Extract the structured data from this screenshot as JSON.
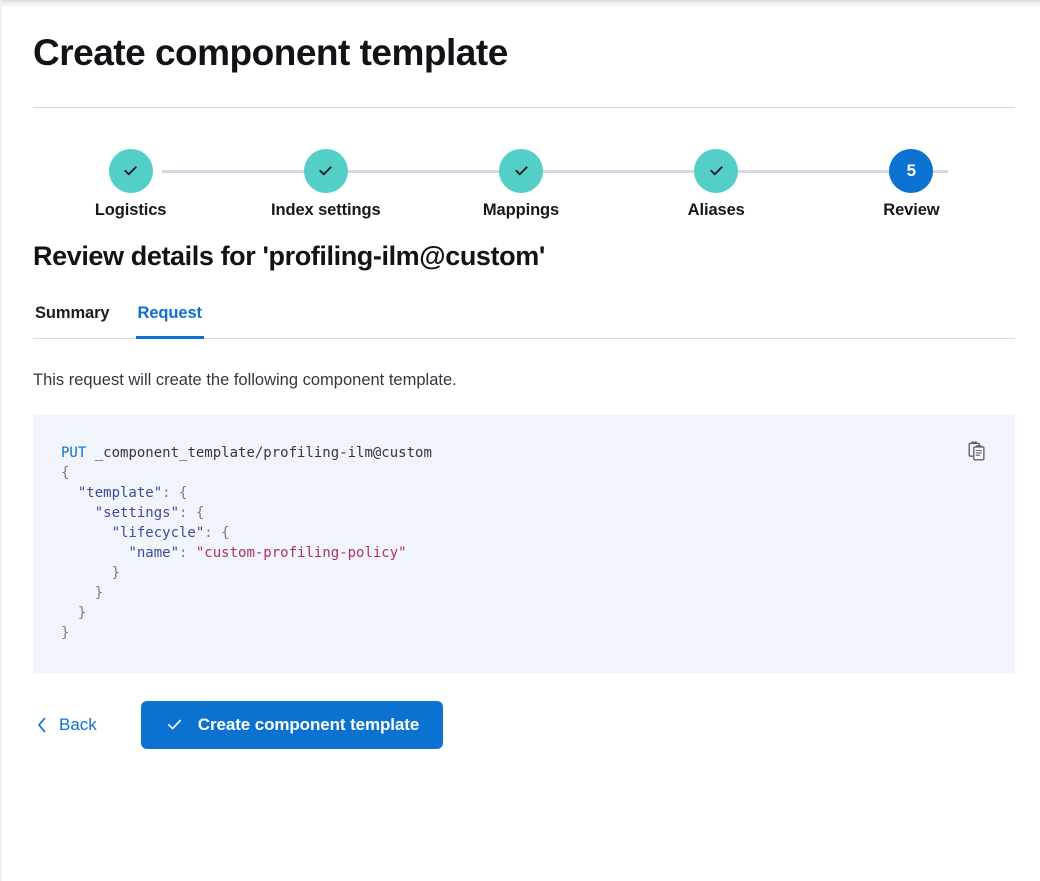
{
  "page": {
    "title": "Create component template"
  },
  "stepper": {
    "steps": [
      {
        "label": "Logistics",
        "state": "complete",
        "icon": "check-icon",
        "number": "1"
      },
      {
        "label": "Index settings",
        "state": "complete",
        "icon": "check-icon",
        "number": "2"
      },
      {
        "label": "Mappings",
        "state": "complete",
        "icon": "check-icon",
        "number": "3"
      },
      {
        "label": "Aliases",
        "state": "complete",
        "icon": "check-icon",
        "number": "4"
      },
      {
        "label": "Review",
        "state": "current",
        "icon": "",
        "number": "5"
      }
    ],
    "complete_color": "#54cfc8",
    "current_color": "#0b72d2",
    "connector_color": "#d3dae6"
  },
  "review": {
    "heading": "Review details for 'profiling-ilm@custom'",
    "tabs": [
      {
        "label": "Summary",
        "active": false
      },
      {
        "label": "Request",
        "active": true
      }
    ],
    "description": "This request will create the following component template."
  },
  "request": {
    "method": "PUT",
    "path": "_component_template/profiling-ilm@custom",
    "lines": [
      "{",
      "  \"template\": {",
      "    \"settings\": {",
      "      \"lifecycle\": {",
      "        \"name\": \"custom-profiling-policy\"",
      "      }",
      "    }",
      "  }",
      "}"
    ],
    "body_key_template": "\"template\"",
    "body_key_settings": "\"settings\"",
    "body_key_lifecycle": "\"lifecycle\"",
    "body_key_name": "\"name\"",
    "body_value_name": "\"custom-profiling-policy\"",
    "copy_icon": "copy-clipboard-icon",
    "background": "#f1f4fa",
    "string_color": "#b0306d"
  },
  "footer": {
    "back_label": "Back",
    "back_icon": "chevron-left-icon",
    "submit_label": "Create component template",
    "submit_icon": "check-icon",
    "submit_color": "#0b72d2"
  }
}
